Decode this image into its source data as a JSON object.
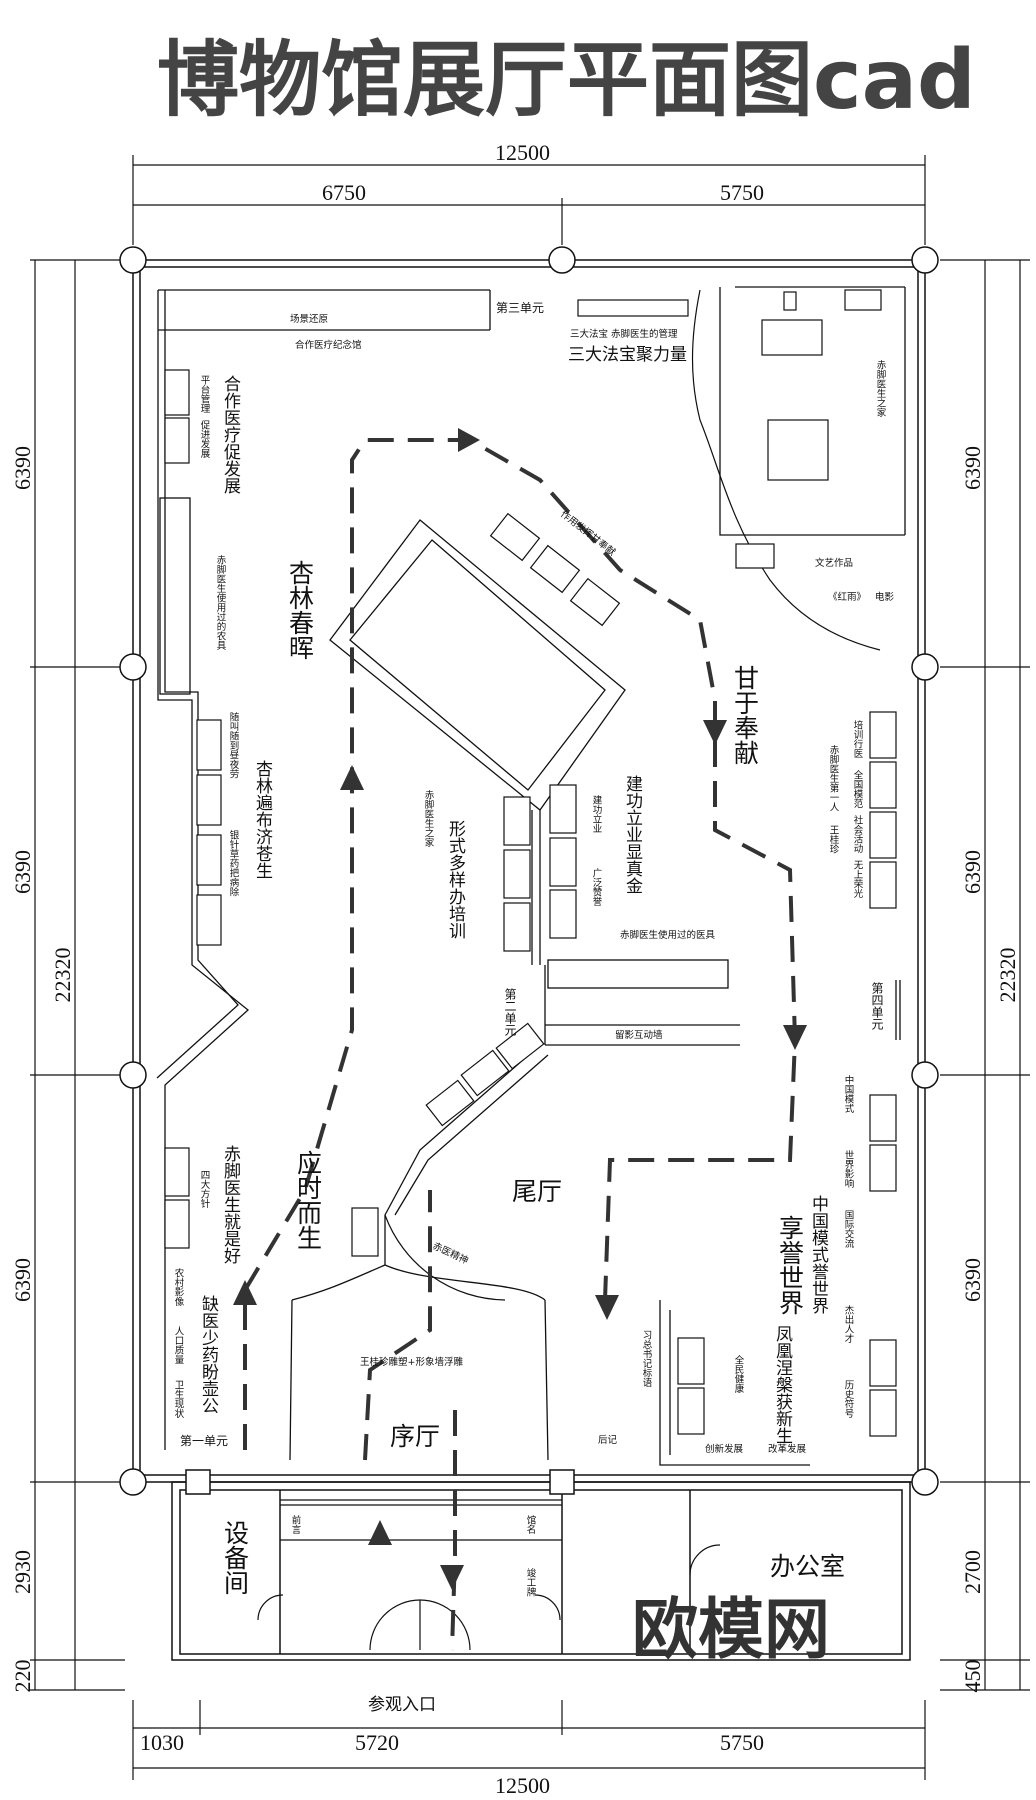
{
  "title": "博物馆展厅平面图cad",
  "watermark": "欧模网",
  "dimensions": {
    "top_total": "12500",
    "top_left": "6750",
    "top_right": "5750",
    "left_total": "22320",
    "left_rows": [
      "6390",
      "6390",
      "6390",
      "2930",
      "220"
    ],
    "right_total": "22320",
    "right_rows": [
      "6390",
      "6390",
      "6390",
      "2700",
      "450"
    ],
    "bottom_left": "1030",
    "bottom_mid": "5720",
    "bottom_right": "5750",
    "bottom_total": "12500"
  },
  "zones": {
    "xinglin": "杏林春晖",
    "ganyu": "甘于奉献",
    "yingshi": "应时而生",
    "xiangyu": "享誉世界",
    "weiting": "尾厅",
    "xuting": "序厅",
    "shebei": "设备间",
    "office": "办公室",
    "entrance": "参观入口"
  },
  "units": {
    "u1": "第一单元",
    "u2": "第二单元",
    "u3": "第三单元",
    "u4": "第四单元"
  },
  "labels": {
    "changjing": "场景还原",
    "jinianguan": "合作医疗纪念馆",
    "hezuo": "合作医疗促发展",
    "pingtai": "平台管理",
    "cujin": "促进发展",
    "nongju": "赤脚医生使用过的农具",
    "suihu": "随叫随到昼夜劳",
    "yinzhen": "银针草药把病除",
    "bianbu": "杏林遍布济苍生",
    "jiushihao": "赤脚医生就是好",
    "sida": "四大方针",
    "nongcun": "农村影像",
    "renkou": "人口质量",
    "weisheng": "卫生现状",
    "queyi": "缺医少药盼壶公",
    "sanda1": "三大法宝 赤脚医生的管理",
    "sanda2": "三大法宝聚力量",
    "zuoyong": "作用发挥甘奉献",
    "zhijia1": "赤脚医生之家",
    "zhijia2": "赤脚医生之家",
    "xingshi": "形式多样办培训",
    "jiangong": "建功立业",
    "guangfan": "广泛赞誉",
    "jiangongli": "建功立业显真金",
    "yiju": "赤脚医生使用过的医具",
    "liuying": "留影互动墙",
    "wenyi": "文艺作品",
    "hongyu": "《红雨》",
    "dianying": "电影",
    "peixun": "培训行医",
    "diyiren": "赤脚医生第一人",
    "wangguizhen": "王桂珍",
    "quanguo": "全国模范",
    "shehui": "社会活动",
    "wushang": "无上荣光",
    "chiyi": "赤医精神",
    "diaosu": "王桂珍雕塑+形象墙浮雕",
    "xizong": "习总书记标语",
    "quanmin": "全民健康",
    "houji": "后记",
    "chuangxin": "创新发展",
    "gaige": "改革发展",
    "zhongguomoshi": "中国模式",
    "shijie": "世界影响",
    "guoji": "国际交流",
    "jiechu": "杰出人才",
    "lishi": "历史符号",
    "zhongguoyuyu": "中国模式誉世界",
    "fenghuang": "凤凰涅槃获新生",
    "qianyan": "前言",
    "guanming": "馆名",
    "jungong": "竣工牌"
  },
  "colors": {
    "line": "#111111",
    "title": "#444444",
    "route": "#333333"
  }
}
